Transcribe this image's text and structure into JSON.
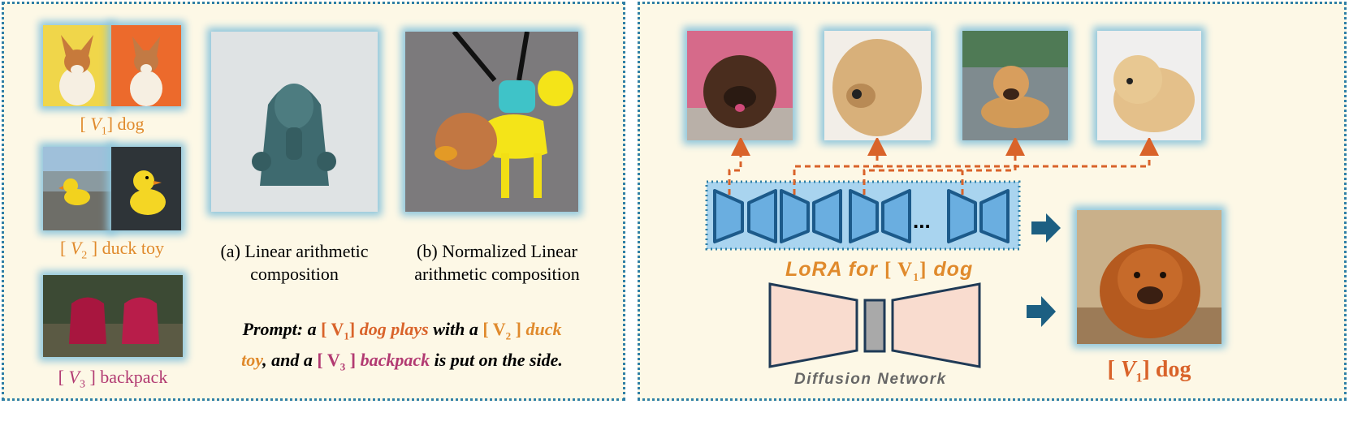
{
  "left_panel": {
    "concepts": [
      {
        "open": "[ ",
        "symbol": "V",
        "sub": "1",
        "close": "]",
        "name": " dog",
        "color": "#e08a2c"
      },
      {
        "open": "[ ",
        "symbol": "V",
        "sub": "2",
        "close": " ]",
        "name": " duck toy",
        "color": "#e08a2c"
      },
      {
        "open": "[ ",
        "symbol": "V",
        "sub": "3",
        "close": " ]",
        "name": " backpack",
        "color": "#b23a72"
      }
    ],
    "caption_a": [
      "(a) Linear arithmetic",
      "composition"
    ],
    "caption_b": [
      "(b) Normalized Linear",
      "arithmetic composition"
    ],
    "prompt": {
      "p1": "Prompt: a ",
      "v1_open": "[ V",
      "v1_sub": "1",
      "v1_close": "]",
      "p2": " dog plays",
      "p3": " with a ",
      "v2_open": "[ V",
      "v2_sub": "2",
      "v2_close": " ]",
      "p4": " duck",
      "p5": "toy",
      "p6": ", and a ",
      "v3_open": "[ V",
      "v3_sub": "3",
      "v3_close": " ]",
      "p7": " backpack",
      "p8": " is put on the side."
    }
  },
  "right_panel": {
    "lora_label": {
      "prefix": "LoRA for ",
      "v_open": "[ V",
      "v_sub": "1",
      "v_close": "]",
      "suffix": " dog"
    },
    "ellipsis": "...",
    "network_label": "Diffusion Network",
    "output_label": {
      "open": "[ ",
      "symbol": "V",
      "sub": "1",
      "close": "]",
      "name": " dog"
    }
  },
  "colors": {
    "accent_orange": "#e08a2c",
    "accent_red": "#d9632a",
    "accent_magenta": "#b23a72",
    "arrow_blue": "#1c5f82",
    "lora_fill": "#a9d4ef"
  }
}
